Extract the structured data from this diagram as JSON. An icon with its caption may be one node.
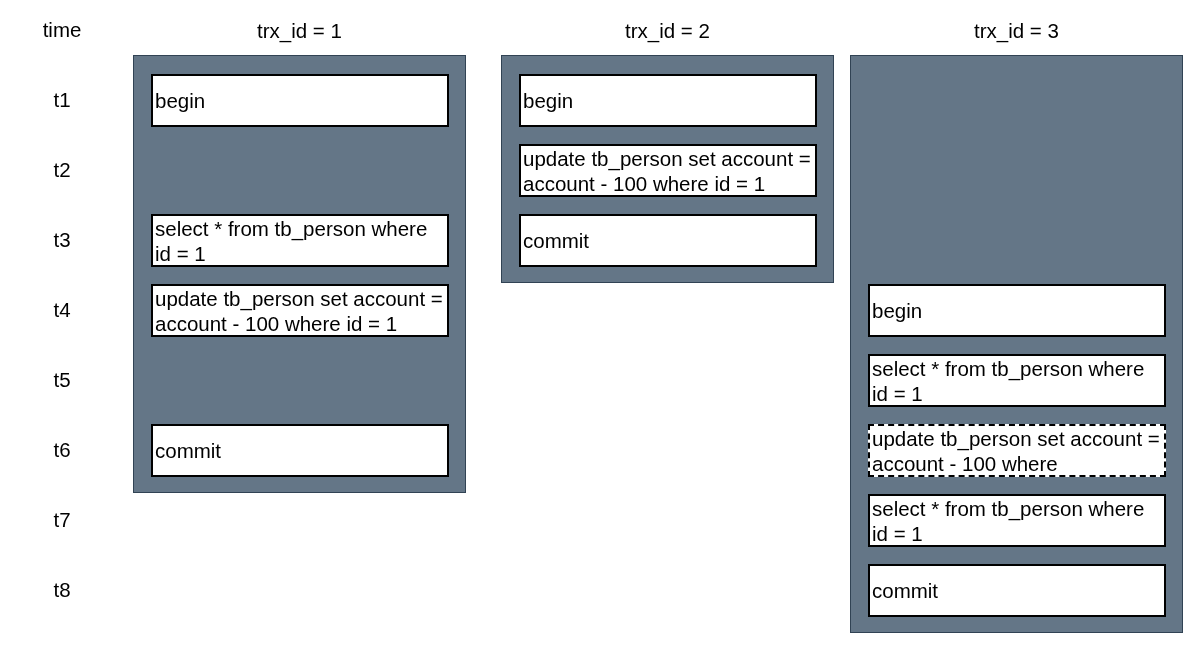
{
  "diagram": {
    "nodes": [
      {
        "text": [
          "trx_id = 1"
        ]
      },
      {
        "text": [
          "begin"
        ],
        "in": 0
      },
      {
        "text": [
          "select * from tb_person where id = 1"
        ],
        "in": 0
      },
      {
        "text": [
          "update tb_person set account = account - 100 where id = 1"
        ],
        "in": 0
      },
      {
        "text": [
          "commit"
        ],
        "in": 0
      },
      {
        "text": [
          "trx_id = 2"
        ]
      },
      {
        "text": [
          "begin"
        ],
        "in": 5
      },
      {
        "text": [
          "update tb_person set account = account - 100 where id = 1"
        ],
        "in": 5
      },
      {
        "text": [
          "commit"
        ],
        "in": 5
      },
      {
        "text": [
          "trx_id = 3"
        ]
      },
      {
        "text": [
          "begin"
        ],
        "in": 9
      },
      {
        "text": [
          "select * from tb_person where id = 1"
        ],
        "in": 9
      },
      {
        "text": [
          "update tb_person set account = account - 100 where"
        ],
        "in": 9
      },
      {
        "text": [
          "select * from tb_person where id = 1"
        ],
        "in": 9
      },
      {
        "text": [
          "commit"
        ],
        "in": 9
      }
    ],
    "labels": [
      "time",
      "t1",
      "t2",
      "t3",
      "t4",
      "t5",
      "t6",
      "t7",
      "t8"
    ]
  }
}
